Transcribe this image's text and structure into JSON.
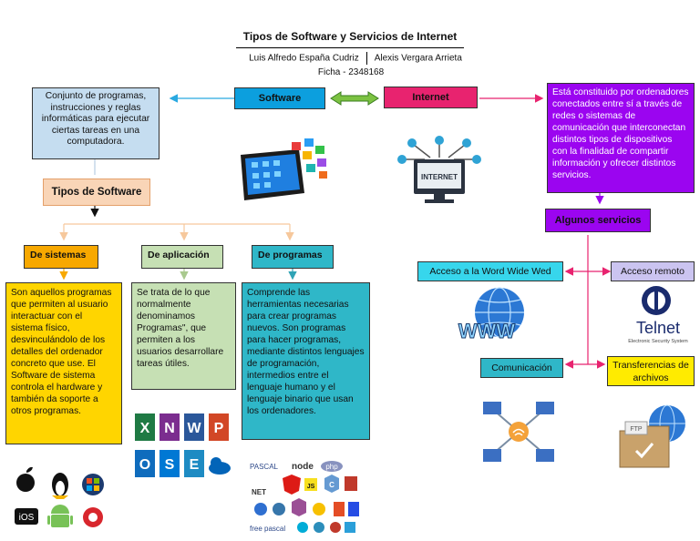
{
  "header": {
    "title": "Tipos de Software y Servicios de Internet",
    "author1": "Luis Alfredo España Cudriz",
    "author2": "Alexis Vergara Arrieta",
    "ficha": "Ficha - 2348168"
  },
  "software": {
    "label": "Software",
    "definition": "Conjunto de programas, instrucciones y reglas informáticas para ejecutar ciertas tareas en una computadora.",
    "types_label": "Tipos de Software",
    "types": [
      {
        "label": "De sistemas",
        "description": "Son aquellos programas que permiten al usuario interactuar  con el sistema físico, desvinculándolo de los detalles del ordenador concreto que use.    El Software de sistema controla el hardware y también da soporte a otros programas."
      },
      {
        "label": "De aplicación",
        "description": "Se trata de lo que normalmente denominamos Programas\", que permiten a los usuarios desarrollare tareas útiles."
      },
      {
        "label": "De programas",
        "description": "Comprende las herramientas necesarias para crear programas nuevos. Son programas para hacer programas, mediante distintos lenguajes de programación, intermedios entre el lenguaje humano y el lenguaje binario que usan los ordenadores."
      }
    ]
  },
  "internet": {
    "label": "Internet",
    "definition": "Está constituido por ordenadores conectados entre sí a través de redes o sistemas de comunicación que interconectan distintos tipos de dispositivos con la finalidad de compartir información y ofrecer distintos servicios.",
    "services_label": "Algunos servicios",
    "services": [
      {
        "label": "Acceso a la Word Wide Wed"
      },
      {
        "label": "Acceso remoto"
      },
      {
        "label": "Comunicación"
      },
      {
        "label": "Transferencias de archivos"
      }
    ]
  },
  "logos": {
    "internet_monitor": "INTERNET",
    "www": "WWW",
    "telnet": "Telnet",
    "telnet_sub": "Electronic Security System",
    "ftp": "FTP",
    "ios": "iOS",
    "office_letters": [
      "X",
      "N",
      "W",
      "P",
      "O",
      "S",
      "E"
    ],
    "prog_labels": [
      "PASCAL",
      "node",
      "php",
      "NET",
      "JS",
      "C",
      "free pascal"
    ]
  },
  "colors": {
    "software_blue": "#0c9fde",
    "internet_pink": "#e8236f",
    "purple": "#9b05f0",
    "orange": "#f7a800",
    "green_box": "#c6e0b4",
    "teal": "#2fb7c8",
    "cyan_box": "#37d6ec",
    "lavender": "#cbc4f0",
    "yellow": "#ffeb00",
    "peach": "#f9d5b7",
    "light_blue": "#c5ddf0"
  }
}
